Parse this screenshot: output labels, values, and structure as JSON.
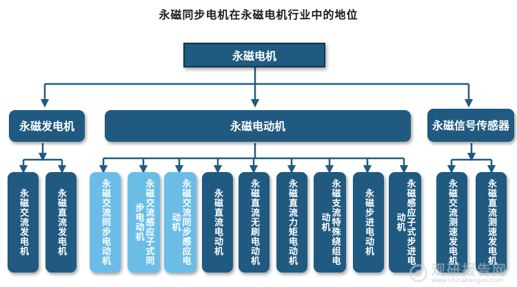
{
  "title": "永磁同步电机在永磁电机行业中的地位",
  "root": "永磁电机",
  "branches": [
    {
      "label": "永磁发电机",
      "children": [
        "永磁交流发电机",
        "永磁直流发电机"
      ]
    },
    {
      "label": "永磁电动机",
      "children": [
        "永磁交流同步电动机",
        "永磁交流感应子式同步电动机",
        "永磁交流同步感应电动机",
        "永磁直流电动机",
        "永磁直流无刷电动机",
        "永磁直流力矩电动机",
        "永磁支流特殊绕组电动机",
        "永磁步进电动机",
        "永磁感应子式步进电动机"
      ]
    },
    {
      "label": "永磁信号传感器",
      "children": [
        "永磁交流测速发电机",
        "永磁直流测速发电机"
      ]
    }
  ],
  "highlighted_children": [
    "永磁交流同步电动机",
    "永磁交流感应子式同步电动机",
    "永磁交流同步感应电动机"
  ],
  "colors": {
    "box": "#205a80",
    "highlight": "#6bbde8",
    "line": "#205a80"
  },
  "watermark": {
    "cn": "观研报告网",
    "en": "www.chinabaogao.com"
  }
}
